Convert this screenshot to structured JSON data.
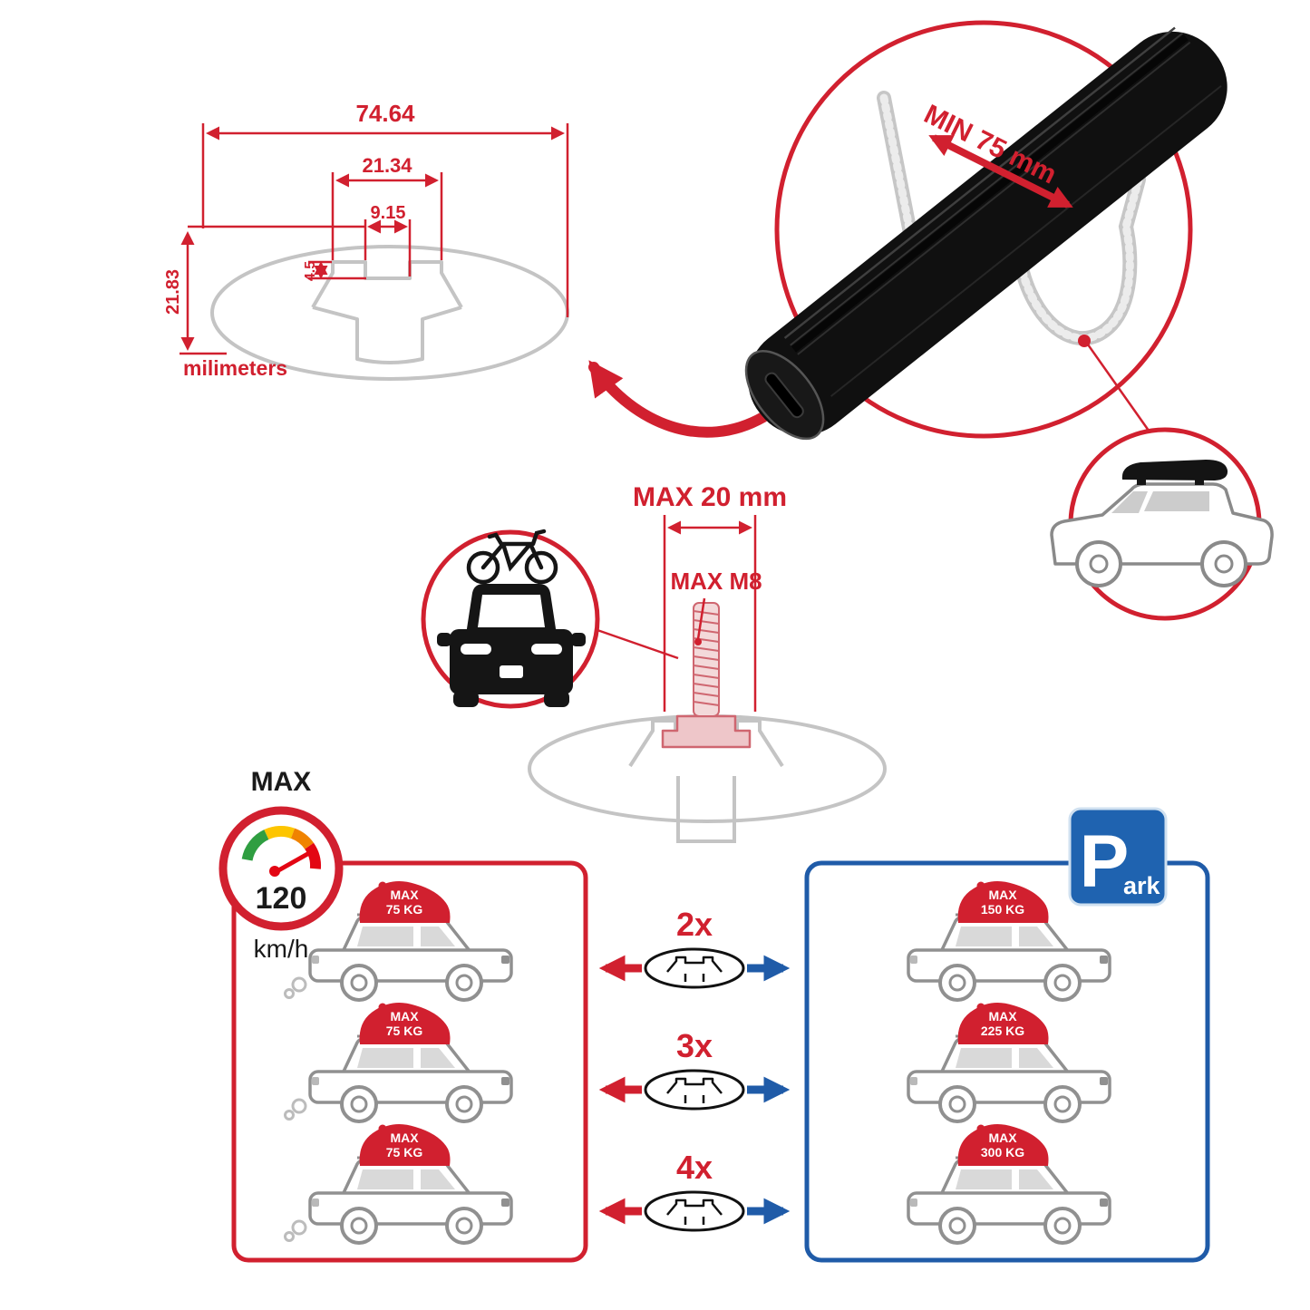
{
  "colors": {
    "accent_red": "#d1202f",
    "accent_blue": "#1f5ba8",
    "park_blue": "#1f63b0",
    "outline_gray": "#c4c4c4",
    "bar_black": "#101010"
  },
  "cross_section": {
    "total_width": "74.64",
    "channel_width": "21.34",
    "slot_width": "9.15",
    "slot_depth": "4.5",
    "total_height": "21.83",
    "units_label": "milimeters"
  },
  "clamp_detail": {
    "min_span_label": "MIN 75 mm"
  },
  "bolt_detail": {
    "max_length_label": "MAX 20 mm",
    "max_thread_label": "MAX M8"
  },
  "speed_limit": {
    "title": "MAX",
    "value": "120",
    "units": "km/h"
  },
  "load_capacity": {
    "rows": [
      {
        "count_label": "2x",
        "left_bag_line1": "MAX",
        "left_bag_line2": "75 KG",
        "right_bag_line1": "MAX",
        "right_bag_line2": "150 KG"
      },
      {
        "count_label": "3x",
        "left_bag_line1": "MAX",
        "left_bag_line2": "75 KG",
        "right_bag_line1": "MAX",
        "right_bag_line2": "225 KG"
      },
      {
        "count_label": "4x",
        "left_bag_line1": "MAX",
        "left_bag_line2": "75 KG",
        "right_bag_line1": "MAX",
        "right_bag_line2": "300 KG"
      }
    ],
    "park_sign_letter": "P",
    "park_sign_suffix": "ark"
  }
}
